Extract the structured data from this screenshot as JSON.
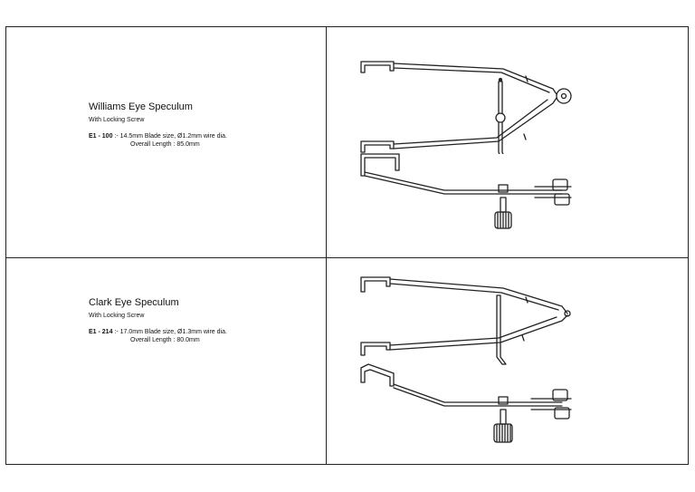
{
  "products": [
    {
      "title": "Williams Eye Speculum",
      "subtitle": "With Locking Screw",
      "code": "E1 - 100",
      "spec": ":- 14.5mm Blade size, Ø1.2mm wire dia.",
      "length": "Overall Length : 85.0mm"
    },
    {
      "title": "Clark Eye Speculum",
      "subtitle": "With Locking Screw",
      "code": "E1 - 214",
      "spec": ":- 17.0mm Blade size, Ø1.3mm wire dia.",
      "length": "Overall Length : 80.0mm"
    }
  ],
  "colors": {
    "line": "#222222",
    "background": "#ffffff"
  }
}
